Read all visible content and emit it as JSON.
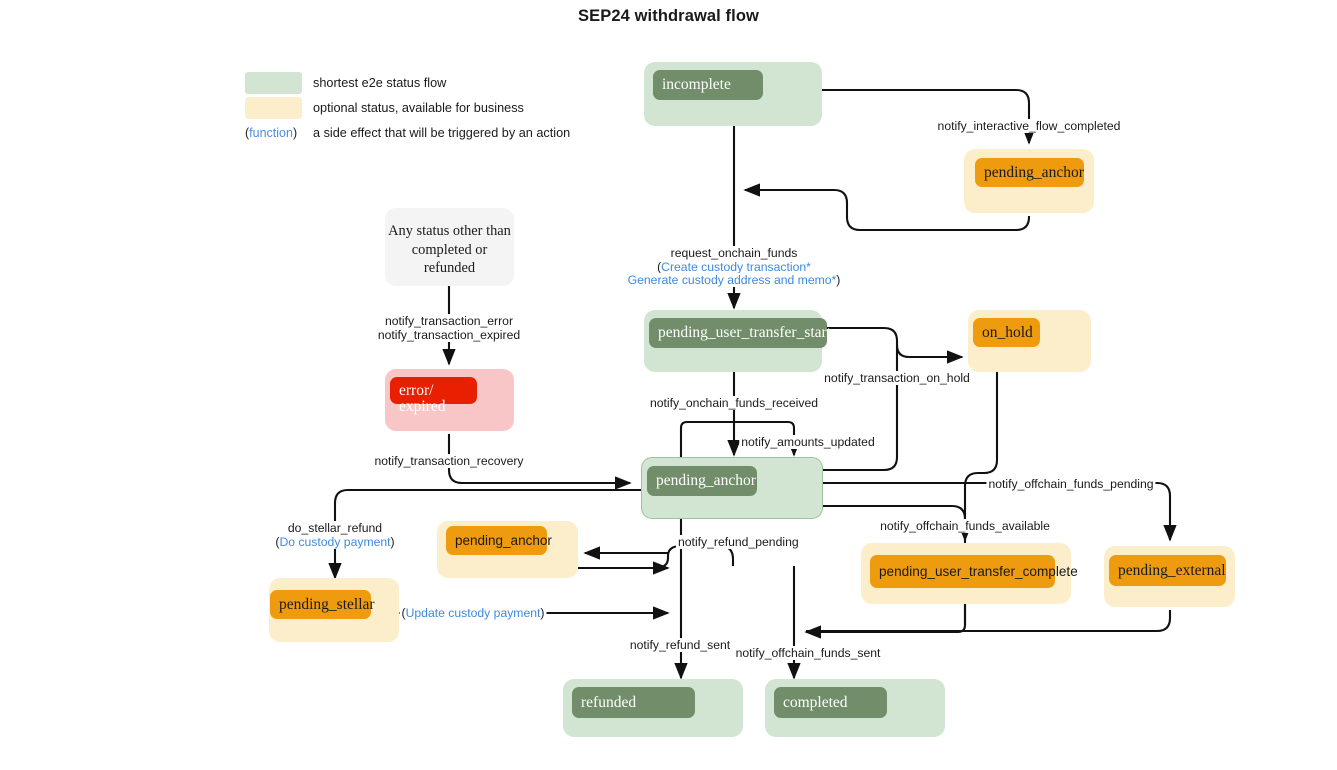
{
  "title": "SEP24 withdrawal flow",
  "colors": {
    "green_light": "#d2e4d2",
    "green_dark": "#718d69",
    "cream": "#fdeecb",
    "orange": "#ef9b0f",
    "red_light": "#f8c6c6",
    "red_dark": "#e81f00",
    "plain": "#f4f4f4",
    "function_link": "#3c8ae0",
    "edge": "#111111"
  },
  "legend": {
    "items": [
      {
        "swatch": "green_light",
        "label": "shortest e2e status flow"
      },
      {
        "swatch": "cream",
        "label": "optional status, available for business"
      }
    ],
    "function_key": "(function)",
    "function_word": "function",
    "function_label": "a side effect that will be triggered by an action"
  },
  "nodes": {
    "incomplete": {
      "label": "incomplete",
      "kind": "green"
    },
    "pending_anchor_top": {
      "label": "pending_anchor",
      "kind": "cream"
    },
    "any_status": {
      "label": "Any status other than completed or refunded",
      "kind": "plain"
    },
    "error_expired": {
      "label": "error/",
      "label2": "expired",
      "kind": "red"
    },
    "pending_user_transfer_start": {
      "label": "pending_user_transfer_start",
      "kind": "green"
    },
    "on_hold": {
      "label": "on_hold",
      "kind": "cream"
    },
    "pending_anchor_center": {
      "label": "pending_anchor",
      "kind": "green"
    },
    "pending_anchor_refund": {
      "label": "pending_anchor",
      "kind": "cream"
    },
    "pending_stellar": {
      "label": "pending_stellar",
      "kind": "cream"
    },
    "pending_user_transfer_complete": {
      "label": "pending_user_transfer_complete",
      "kind": "cream"
    },
    "pending_external": {
      "label": "pending_external",
      "kind": "cream"
    },
    "refunded": {
      "label": "refunded",
      "kind": "green"
    },
    "completed": {
      "label": "completed",
      "kind": "green"
    }
  },
  "edge_labels": {
    "notify_interactive_flow_completed": "notify_interactive_flow_completed",
    "request_onchain_funds": "request_onchain_funds",
    "create_custody_transaction": "Create custody transaction*",
    "generate_custody_address": "Generate custody address and memo*",
    "notify_transaction_error": "notify_transaction_error",
    "notify_transaction_expired": "notify_transaction_expired",
    "notify_transaction_recovery": "notify_transaction_recovery",
    "notify_onchain_funds_received": "notify_onchain_funds_received",
    "notify_amounts_updated": "notify_amounts_updated",
    "notify_transaction_on_hold": "notify_transaction_on_hold",
    "notify_offchain_funds_pending": "notify_offchain_funds_pending",
    "notify_offchain_funds_available": "notify_offchain_funds_available",
    "notify_refund_pending": "notify_refund_pending",
    "notify_refund_sent": "notify_refund_sent",
    "notify_offchain_funds_sent": "notify_offchain_funds_sent",
    "do_stellar_refund": "do_stellar_refund",
    "do_custody_payment": "Do custody payment",
    "update_custody_payment": "Update custody payment"
  }
}
